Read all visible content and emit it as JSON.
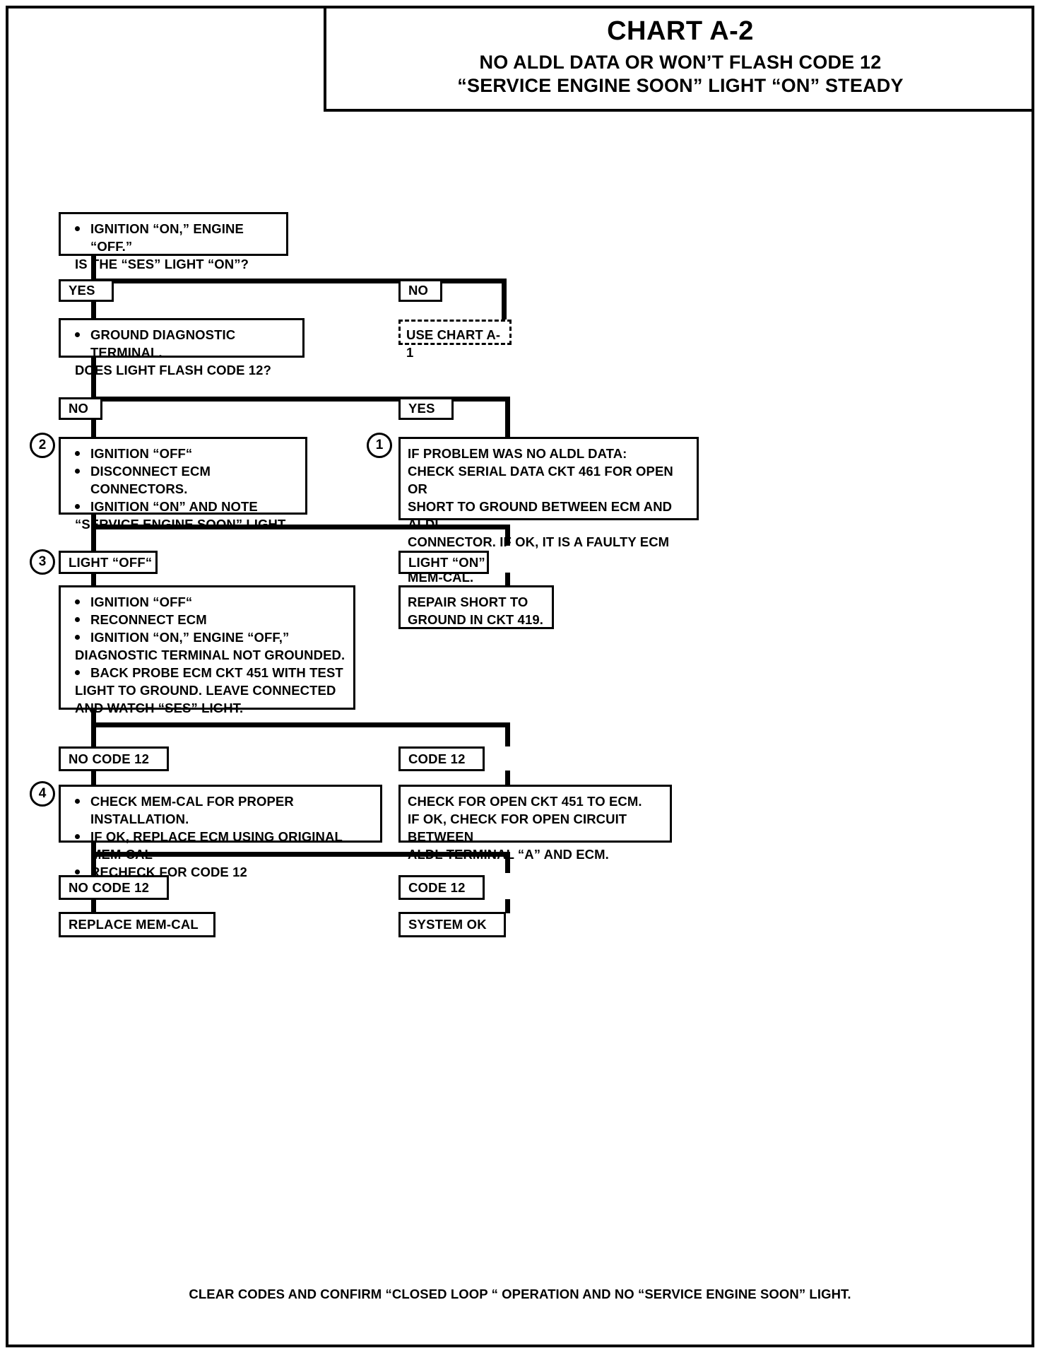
{
  "header": {
    "chart_number": "CHART A-2",
    "subtitle_line1": "NO ALDL DATA OR WON’T FLASH CODE 12",
    "subtitle_line2": "“SERVICE ENGINE SOON” LIGHT “ON” STEADY"
  },
  "nodes": {
    "start": {
      "lines": [
        "IGNITION “ON,” ENGINE “OFF.”",
        "IS THE “SES” LIGHT “ON”?"
      ]
    },
    "branch1_yes": {
      "label": "YES"
    },
    "branch1_no": {
      "label": "NO"
    },
    "use_chart_a1": {
      "label": "USE  CHART A-1"
    },
    "ground_terminal": {
      "lines": [
        "GROUND DIAGNOSTIC TERMINAL.",
        "DOES LIGHT FLASH CODE 12?"
      ]
    },
    "branch2_no": {
      "label": "NO"
    },
    "branch2_yes": {
      "label": "YES"
    },
    "step2": {
      "number": "2",
      "bullets": [
        "IGNITION “OFF“",
        "DISCONNECT ECM CONNECTORS.",
        "IGNITION “ON” AND NOTE “SERVICE ENGINE SOON” LIGHT."
      ]
    },
    "step1": {
      "number": "1",
      "lines": [
        "IF PROBLEM WAS NO ALDL DATA:",
        "CHECK SERIAL DATA CKT 461 FOR OPEN OR",
        "SHORT TO GROUND BETWEEN ECM AND ALDL",
        "CONNECTOR.  IF OK, IT IS A FAULTY ECM OR",
        "MEM-CAL."
      ]
    },
    "light_off": {
      "label": "LIGHT “OFF“",
      "number": "3"
    },
    "light_on": {
      "label": "LIGHT “ON”"
    },
    "step3": {
      "bullets": [
        "IGNITION “OFF“",
        "RECONNECT ECM",
        "IGNITION “ON,” ENGINE “OFF,” DIAGNOSTIC TERMINAL NOT GROUNDED.",
        "BACK PROBE ECM CKT 451 WITH TEST LIGHT TO GROUND.  LEAVE CONNECTED AND WATCH “SES” LIGHT."
      ]
    },
    "repair_short": {
      "lines": [
        "REPAIR SHORT TO",
        "GROUND IN CKT 419."
      ]
    },
    "no_code12_a": {
      "label": "NO CODE 12"
    },
    "code12_a": {
      "label": "CODE 12"
    },
    "step4": {
      "number": "4",
      "bullets": [
        "CHECK MEM-CAL FOR PROPER INSTALLATION.",
        "IF OK, REPLACE ECM USING ORIGINAL MEM-CAL",
        "RECHECK FOR CODE 12"
      ]
    },
    "check_open_ckt": {
      "lines": [
        "CHECK FOR OPEN CKT 451 TO ECM.",
        "IF OK, CHECK FOR OPEN CIRCUIT BETWEEN",
        "ALDL TERMINAL “A” AND ECM."
      ]
    },
    "no_code12_b": {
      "label": "NO CODE 12"
    },
    "code12_b": {
      "label": "CODE 12"
    },
    "replace_memcal": {
      "label": "REPLACE MEM-CAL"
    },
    "system_ok": {
      "label": "SYSTEM OK"
    }
  },
  "footer": {
    "note": "CLEAR CODES AND CONFIRM “CLOSED LOOP “ OPERATION AND NO “SERVICE ENGINE SOON” LIGHT."
  }
}
